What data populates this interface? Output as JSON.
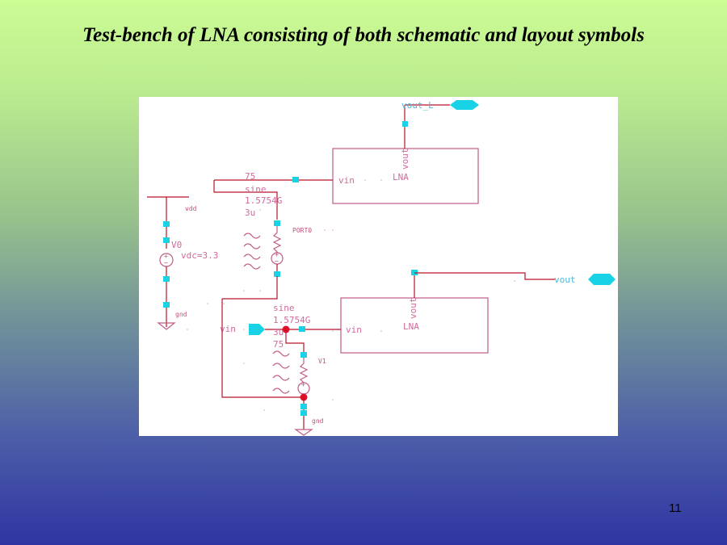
{
  "slide": {
    "title": "Test-bench of LNA consisting of both schematic and layout symbols",
    "page_number": "11"
  },
  "schematic": {
    "top_lna": {
      "name": "LNA",
      "in_pin": "vin",
      "out_pin": "vout"
    },
    "bottom_lna": {
      "name": "LNA",
      "in_pin": "vin",
      "out_pin": "vout"
    },
    "output_top": "vout_L",
    "output_bottom": "vout",
    "input_pin": "vin",
    "supply": {
      "name": "V0",
      "value": "vdc=3.3",
      "pos_net": "vdd",
      "neg_net": "gnd"
    },
    "port0": {
      "name": "PORT0",
      "params": [
        "75",
        "sine",
        "1.5754G",
        "3u"
      ]
    },
    "v1": {
      "name": "V1",
      "params": [
        "sine",
        "1.5754G",
        "3u",
        "75"
      ],
      "neg_net": "gnd"
    }
  },
  "colors": {
    "wire": "#b81428",
    "symbol": "#c25a86",
    "pin": "#19d2e6",
    "text": "#d06a9a"
  }
}
